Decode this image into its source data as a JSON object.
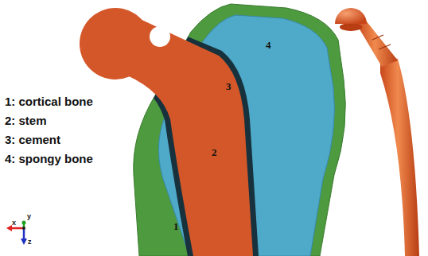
{
  "diagram": {
    "labels": [
      "1: cortical bone",
      "2: stem",
      "3: cement",
      "4: spongy bone",
      "1",
      "2",
      "3",
      "4",
      "y",
      "x",
      "z"
    ]
  }
}
